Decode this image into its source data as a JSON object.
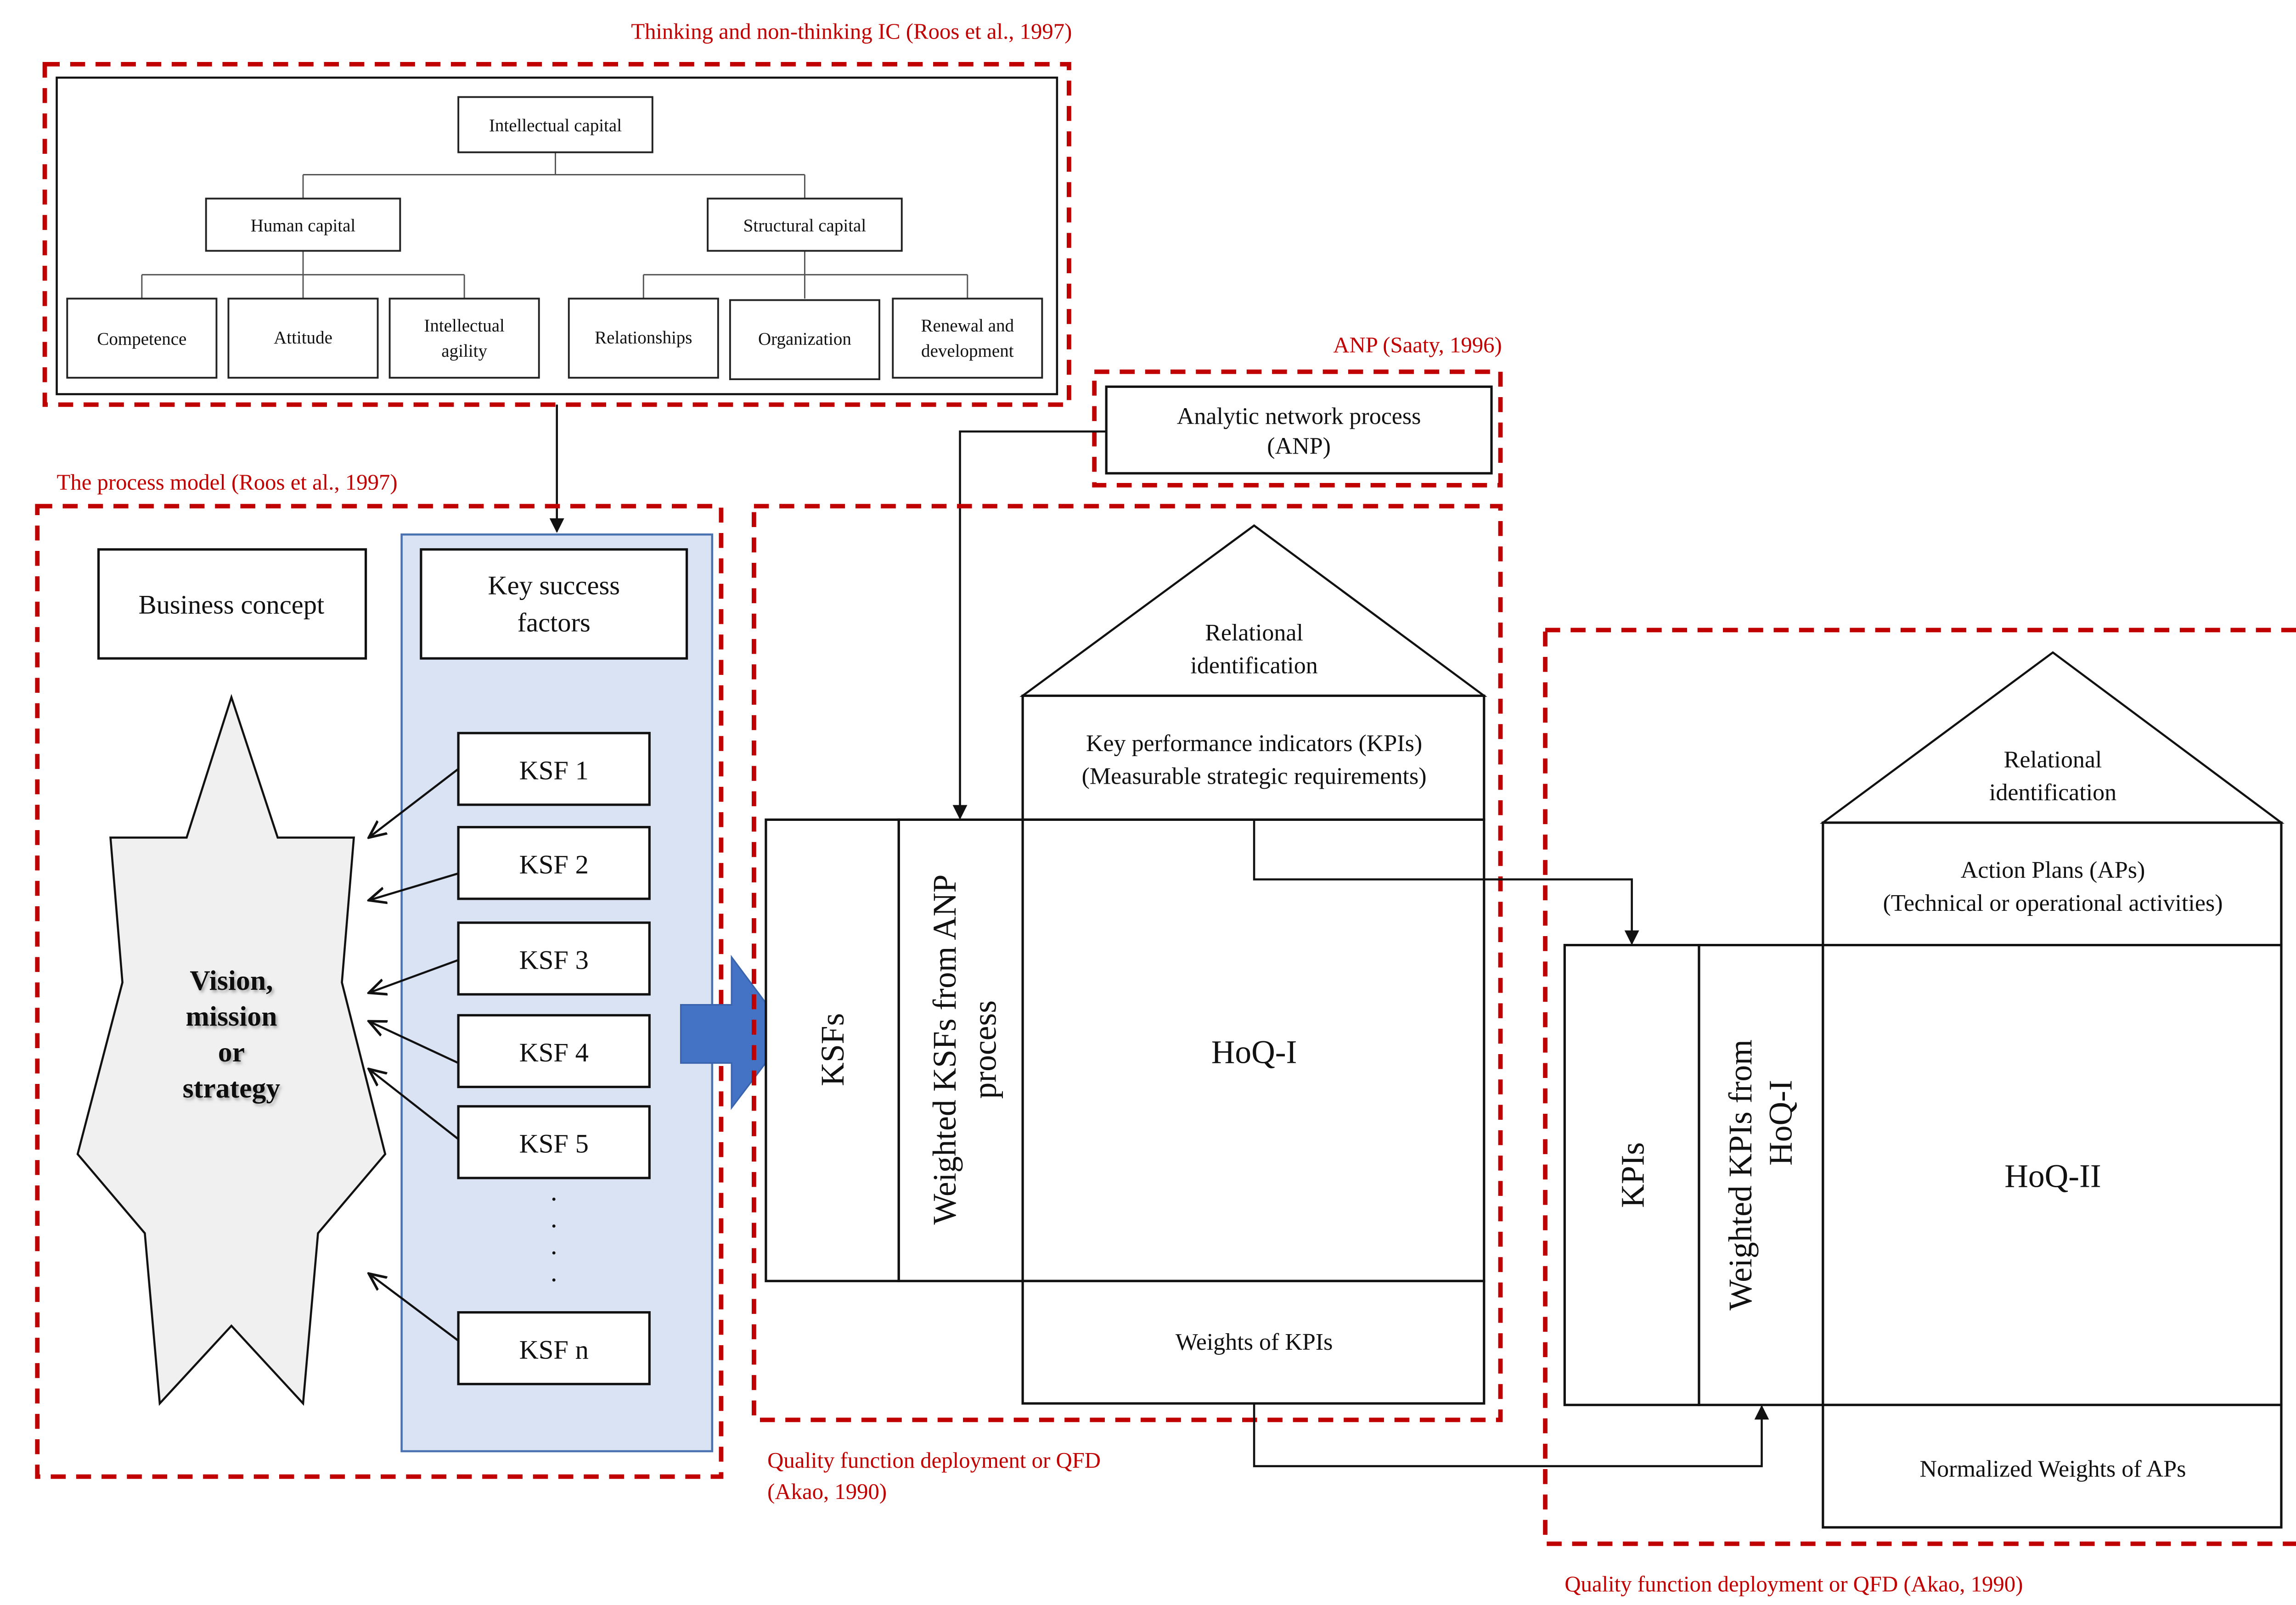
{
  "labels": {
    "ic_section": "Thinking and non-thinking IC (Roos et al., 1997)",
    "anp_section": "ANP (Saaty, 1996)",
    "process_section": "The process model (Roos et al., 1997)",
    "qfd1_section_line1": "Quality function deployment or QFD",
    "qfd1_section_line2": "(Akao, 1990)",
    "qfd2_section": "Quality function deployment or QFD (Akao, 1990)"
  },
  "ic_tree": {
    "root": "Intellectual capital",
    "branches": [
      {
        "label": "Human capital",
        "children": [
          {
            "line1": "Competence",
            "line2": ""
          },
          {
            "line1": "Attitude",
            "line2": ""
          },
          {
            "line1": "Intellectual",
            "line2": "agility"
          }
        ]
      },
      {
        "label": "Structural capital",
        "children": [
          {
            "line1": "Relationships",
            "line2": ""
          },
          {
            "line1": "Organization",
            "line2": ""
          },
          {
            "line1": "Renewal and",
            "line2": "development"
          }
        ]
      }
    ]
  },
  "anp_box": {
    "line1": "Analytic network process",
    "line2": "(ANP)"
  },
  "process_model": {
    "business_concept": "Business concept",
    "ksf_header_line1": "Key success",
    "ksf_header_line2": "factors",
    "ksf_items": [
      "KSF 1",
      "KSF 2",
      "KSF 3",
      "KSF 4",
      "KSF 5",
      "KSF n"
    ],
    "ellipsis": ".",
    "vision": [
      "Vision,",
      "mission",
      "or",
      "strategy"
    ]
  },
  "hoq1": {
    "roof_line1": "Relational",
    "roof_line2": "identification",
    "header_line1": "Key performance indicators (KPIs)",
    "header_line2": "(Measurable strategic requirements)",
    "rows_label": "KSFs",
    "weights_line1": "Weighted  KSFs from ANP",
    "weights_line2": "process",
    "matrix_label": "HoQ-I",
    "bottom_label": "Weights of KPIs"
  },
  "hoq2": {
    "roof_line1": "Relational",
    "roof_line2": "identification",
    "header_line1": "Action Plans (APs)",
    "header_line2": "(Technical or operational activities)",
    "rows_label": "KPIs",
    "weights_line1": "Weighted  KPIs from",
    "weights_line2": "HoQ-I",
    "matrix_label": "HoQ-II",
    "bottom_label": "Normalized Weights of APs"
  },
  "colors": {
    "section_dash": "#c00000",
    "ksf_panel_fill": "#dae3f3",
    "ksf_panel_stroke": "#4a72b0",
    "flow_arrow": "#4472c4",
    "vision_fill": "#f0f0f0"
  }
}
